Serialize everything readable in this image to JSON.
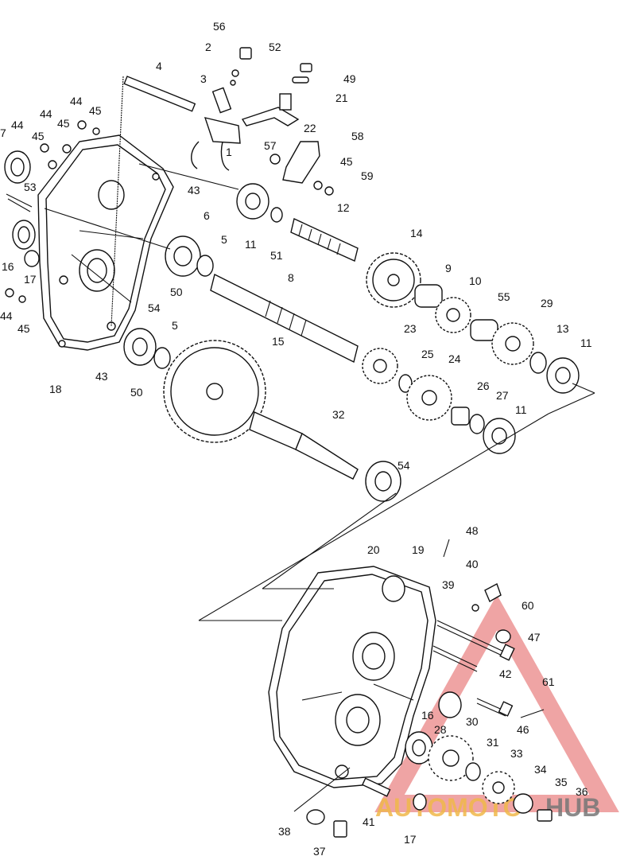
{
  "watermark": {
    "brand_primary": "AUTOMOTO",
    "brand_secondary": "HUB",
    "triangle_color": "#e25a5a",
    "primary_color": "#f0b84a",
    "secondary_color": "#777777"
  },
  "labels": [
    {
      "id": "l56",
      "text": "56"
    },
    {
      "id": "l2",
      "text": "2"
    },
    {
      "id": "l52",
      "text": "52"
    },
    {
      "id": "l4",
      "text": "4"
    },
    {
      "id": "l3",
      "text": "3"
    },
    {
      "id": "l49",
      "text": "49"
    },
    {
      "id": "l21",
      "text": "21"
    },
    {
      "id": "l22",
      "text": "22"
    },
    {
      "id": "l58",
      "text": "58"
    },
    {
      "id": "l57",
      "text": "57"
    },
    {
      "id": "l1",
      "text": "1"
    },
    {
      "id": "l45a",
      "text": "45"
    },
    {
      "id": "l59",
      "text": "59"
    },
    {
      "id": "l44a",
      "text": "44"
    },
    {
      "id": "l45b",
      "text": "45"
    },
    {
      "id": "l44b",
      "text": "44"
    },
    {
      "id": "l45c",
      "text": "45"
    },
    {
      "id": "l7",
      "text": "7"
    },
    {
      "id": "l44c",
      "text": "44"
    },
    {
      "id": "l45d",
      "text": "45"
    },
    {
      "id": "l53",
      "text": "53"
    },
    {
      "id": "l43a",
      "text": "43"
    },
    {
      "id": "l6",
      "text": "6"
    },
    {
      "id": "l12",
      "text": "12"
    },
    {
      "id": "l5a",
      "text": "5"
    },
    {
      "id": "l11a",
      "text": "11"
    },
    {
      "id": "l51",
      "text": "51"
    },
    {
      "id": "l14",
      "text": "14"
    },
    {
      "id": "l16a",
      "text": "16"
    },
    {
      "id": "l17a",
      "text": "17"
    },
    {
      "id": "l50a",
      "text": "50"
    },
    {
      "id": "l8",
      "text": "8"
    },
    {
      "id": "l9",
      "text": "9"
    },
    {
      "id": "l10",
      "text": "10"
    },
    {
      "id": "l55",
      "text": "55"
    },
    {
      "id": "l29",
      "text": "29"
    },
    {
      "id": "l44d",
      "text": "44"
    },
    {
      "id": "l45e",
      "text": "45"
    },
    {
      "id": "l54a",
      "text": "54"
    },
    {
      "id": "l5b",
      "text": "5"
    },
    {
      "id": "l13",
      "text": "13"
    },
    {
      "id": "l11b",
      "text": "11"
    },
    {
      "id": "l15",
      "text": "15"
    },
    {
      "id": "l23",
      "text": "23"
    },
    {
      "id": "l25",
      "text": "25"
    },
    {
      "id": "l24",
      "text": "24"
    },
    {
      "id": "l43b",
      "text": "43"
    },
    {
      "id": "l18",
      "text": "18"
    },
    {
      "id": "l50b",
      "text": "50"
    },
    {
      "id": "l26",
      "text": "26"
    },
    {
      "id": "l27",
      "text": "27"
    },
    {
      "id": "l11c",
      "text": "11"
    },
    {
      "id": "l32",
      "text": "32"
    },
    {
      "id": "l54b",
      "text": "54"
    },
    {
      "id": "l48",
      "text": "48"
    },
    {
      "id": "l20",
      "text": "20"
    },
    {
      "id": "l19",
      "text": "19"
    },
    {
      "id": "l40",
      "text": "40"
    },
    {
      "id": "l39",
      "text": "39"
    },
    {
      "id": "l60",
      "text": "60"
    },
    {
      "id": "l47",
      "text": "47"
    },
    {
      "id": "l42",
      "text": "42"
    },
    {
      "id": "l61",
      "text": "61"
    },
    {
      "id": "l16b",
      "text": "16"
    },
    {
      "id": "l46",
      "text": "46"
    },
    {
      "id": "l30",
      "text": "30"
    },
    {
      "id": "l28",
      "text": "28"
    },
    {
      "id": "l31",
      "text": "31"
    },
    {
      "id": "l33",
      "text": "33"
    },
    {
      "id": "l34",
      "text": "34"
    },
    {
      "id": "l35",
      "text": "35"
    },
    {
      "id": "l36",
      "text": "36"
    },
    {
      "id": "l41",
      "text": "41"
    },
    {
      "id": "l38",
      "text": "38"
    },
    {
      "id": "l17b",
      "text": "17"
    },
    {
      "id": "l37",
      "text": "37"
    }
  ]
}
